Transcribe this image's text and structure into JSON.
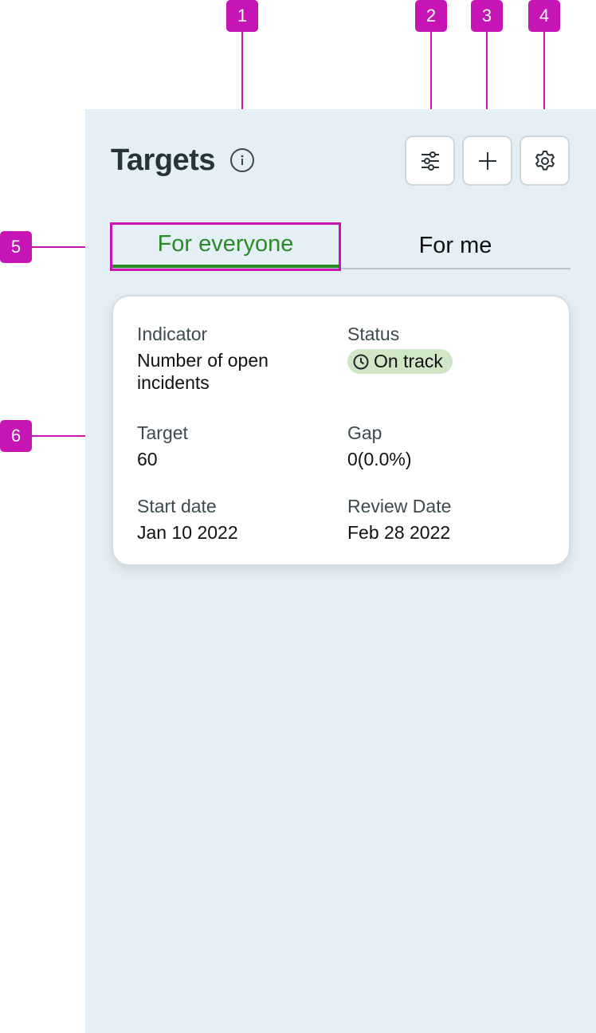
{
  "header": {
    "title": "Targets"
  },
  "tabs": [
    {
      "label": "For everyone",
      "active": true
    },
    {
      "label": "For me",
      "active": false
    }
  ],
  "card": {
    "indicator_label": "Indicator",
    "indicator_value": "Number of open incidents",
    "status_label": "Status",
    "status_value": "On track",
    "target_label": "Target",
    "target_value": "60",
    "gap_label": "Gap",
    "gap_value": "0(0.0%)",
    "start_label": "Start date",
    "start_value": "Jan 10 2022",
    "review_label": "Review Date",
    "review_value": "Feb 28 2022"
  },
  "annotations": [
    "1",
    "2",
    "3",
    "4",
    "5",
    "6"
  ],
  "icons": {
    "info": "info-icon",
    "filter": "sliders-icon",
    "add": "plus-icon",
    "settings": "gear-icon",
    "status": "clock-icon"
  },
  "colors": {
    "panel_bg": "#e4f0f5",
    "accent_green": "#2b8a28",
    "status_bg": "#cfe7c6",
    "annotation": "#c614b5"
  }
}
